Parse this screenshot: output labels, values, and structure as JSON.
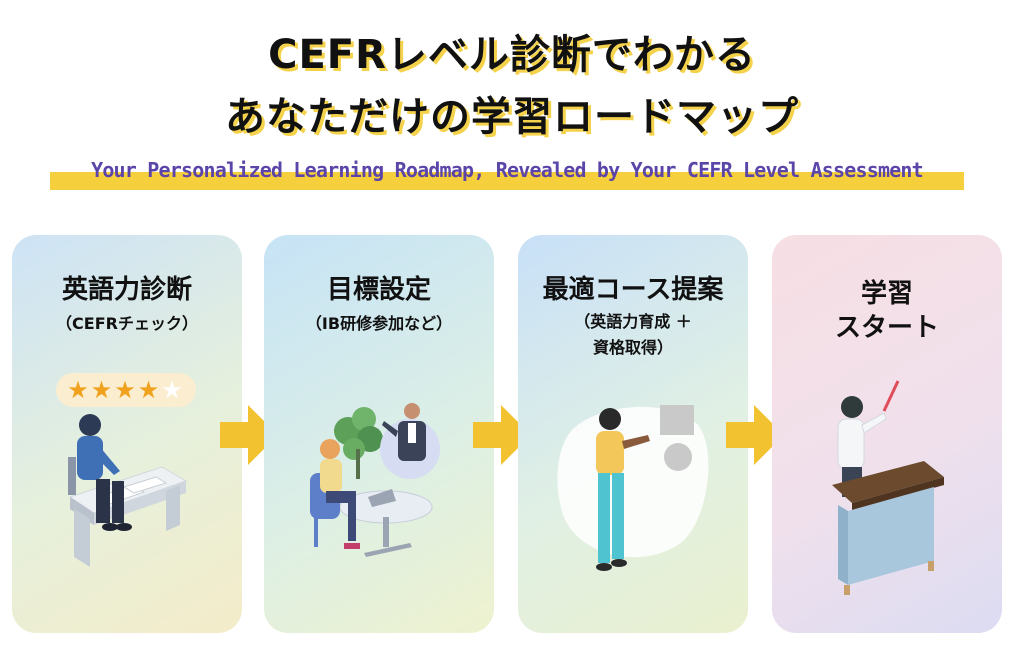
{
  "header": {
    "title_line1": "CEFRレベル診断でわかる",
    "title_line2": "あなただけの学習ロードマップ",
    "subtitle": "Your Personalized Learning Roadmap, Revealed by Your CEFR Level Assessment"
  },
  "steps": [
    {
      "title": "英語力診断",
      "subtitle_lines": [
        "（CEFRチェック）"
      ],
      "rating": 4,
      "rating_max": 5,
      "stars_on": "★★★★",
      "stars_off": "★"
    },
    {
      "title": "目標設定",
      "subtitle_lines": [
        "（IB研修参加など）"
      ]
    },
    {
      "title": "最適コース提案",
      "subtitle_lines": [
        "（英語力育成 ＋",
        "資格取得）"
      ]
    },
    {
      "title_lines": [
        "学習",
        "スタート"
      ]
    }
  ],
  "colors": {
    "accent_yellow": "#f6cf3c",
    "arrow_yellow": "#f3c230",
    "subtitle_purple": "#5b45a8"
  },
  "icons": [
    "star-icon",
    "arrow-right-icon"
  ]
}
